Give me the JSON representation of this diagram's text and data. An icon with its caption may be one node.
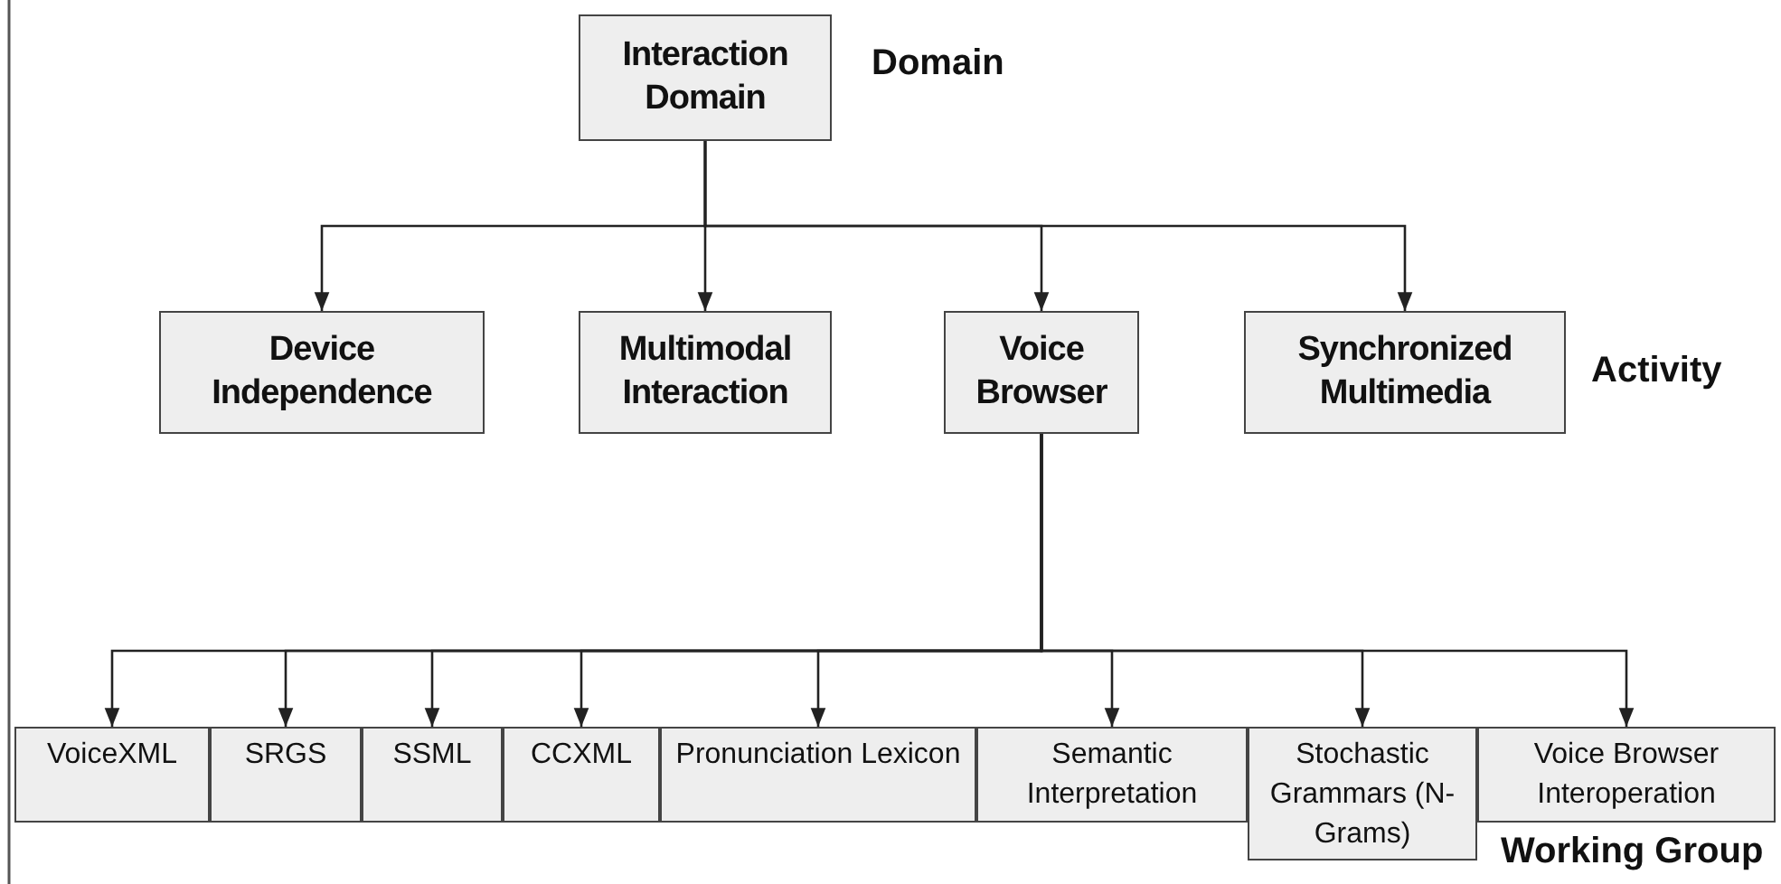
{
  "diagram": {
    "nodes": [
      {
        "text": [
          "Interaction Domain"
        ]
      },
      {
        "text": [
          "Device Independence"
        ]
      },
      {
        "text": [
          "Multimodal Interaction"
        ]
      },
      {
        "text": [
          "Voice Browser"
        ]
      },
      {
        "text": [
          "Synchronized Multimedia"
        ]
      },
      {
        "text": [
          "VoiceXML"
        ]
      },
      {
        "text": [
          "SRGS"
        ]
      },
      {
        "text": [
          "SSML"
        ]
      },
      {
        "text": [
          "CCXML"
        ]
      },
      {
        "text": [
          "Pronunciation Lexicon"
        ]
      },
      {
        "text": [
          "Semantic Interpretation"
        ]
      },
      {
        "text": [
          "Stochastic Grammars (N-Grams)"
        ]
      },
      {
        "text": [
          "Voice Browser Interoperation"
        ]
      }
    ],
    "edges": [
      {
        "from": 0,
        "to": 1,
        "arrow": "to"
      },
      {
        "from": 0,
        "to": 2,
        "arrow": "to"
      },
      {
        "from": 0,
        "to": 3,
        "arrow": "to"
      },
      {
        "from": 0,
        "to": 4,
        "arrow": "to"
      },
      {
        "from": 3,
        "to": 5,
        "arrow": "to"
      },
      {
        "from": 3,
        "to": 6,
        "arrow": "to"
      },
      {
        "from": 3,
        "to": 7,
        "arrow": "to"
      },
      {
        "from": 3,
        "to": 8,
        "arrow": "to"
      },
      {
        "from": 3,
        "to": 9,
        "arrow": "to"
      },
      {
        "from": 3,
        "to": 10,
        "arrow": "to"
      },
      {
        "from": 3,
        "to": 11,
        "arrow": "to"
      },
      {
        "from": 3,
        "to": 12,
        "arrow": "to"
      }
    ],
    "labels": [
      "Domain",
      "Activity",
      "Working Group"
    ]
  }
}
